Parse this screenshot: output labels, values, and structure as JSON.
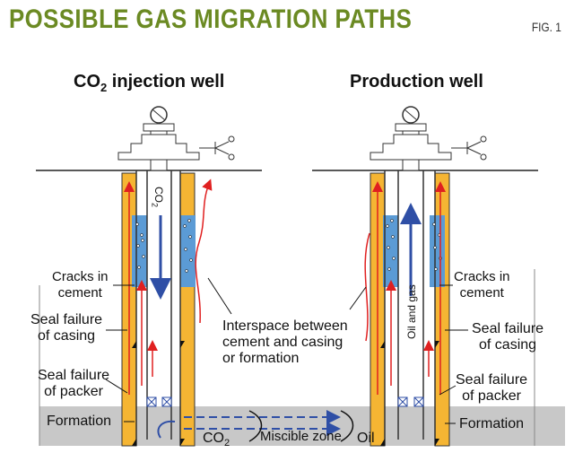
{
  "title": "POSSIBLE GAS MIGRATION PATHS",
  "fig_label": "FIG. 1",
  "injection_well": {
    "title_prefix": "CO",
    "title_sub": "2",
    "title_suffix": " injection well",
    "flow_label": "CO",
    "flow_label_sub": "2"
  },
  "production_well": {
    "title": "Production well",
    "flow_label": "Oil and gas"
  },
  "labels": {
    "cracks_line1": "Cracks in",
    "cracks_line2": "cement",
    "seal_casing_line1": "Seal failure",
    "seal_casing_line2": "of casing",
    "seal_packer_line1": "Seal failure",
    "seal_packer_line2": "of packer",
    "formation": "Formation",
    "interspace_line1": "Interspace between",
    "interspace_line2": "cement and casing",
    "interspace_line3": "or formation",
    "bottom_co2": "CO",
    "bottom_co2_sub": "2",
    "miscible_zone": "Miscible zone",
    "oil": "Oil"
  },
  "colors": {
    "title": "#6b8a23",
    "cement": "#f5b533",
    "water_zone": "#5b9bd5",
    "formation": "#c8c8c8",
    "leak_arrow": "#e02020",
    "flow_arrow": "#2f4fa6"
  }
}
